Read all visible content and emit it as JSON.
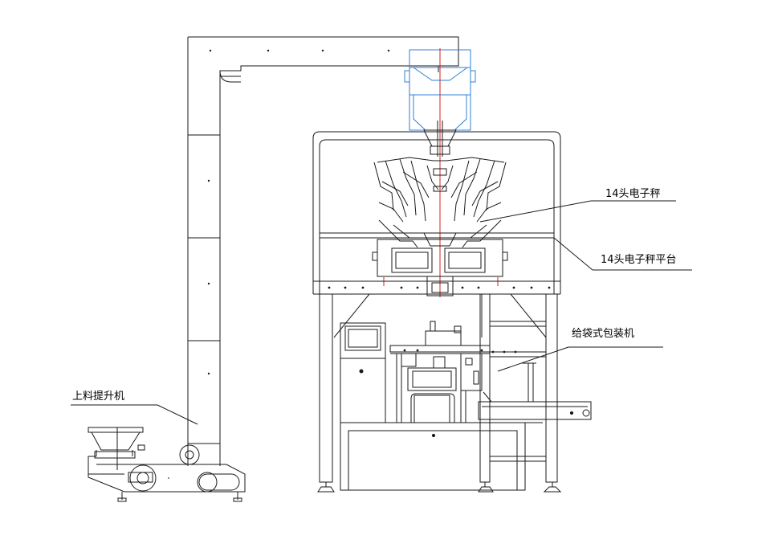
{
  "labels": {
    "weigher": "14头电子秤",
    "platform": "14头电子秤平台",
    "packer": "给袋式包装机",
    "elevator": "上料提升机"
  },
  "colors": {
    "line": "#1a1a1a",
    "feeder_outline": "#2e7fd6",
    "center_axis": "#d42020"
  }
}
